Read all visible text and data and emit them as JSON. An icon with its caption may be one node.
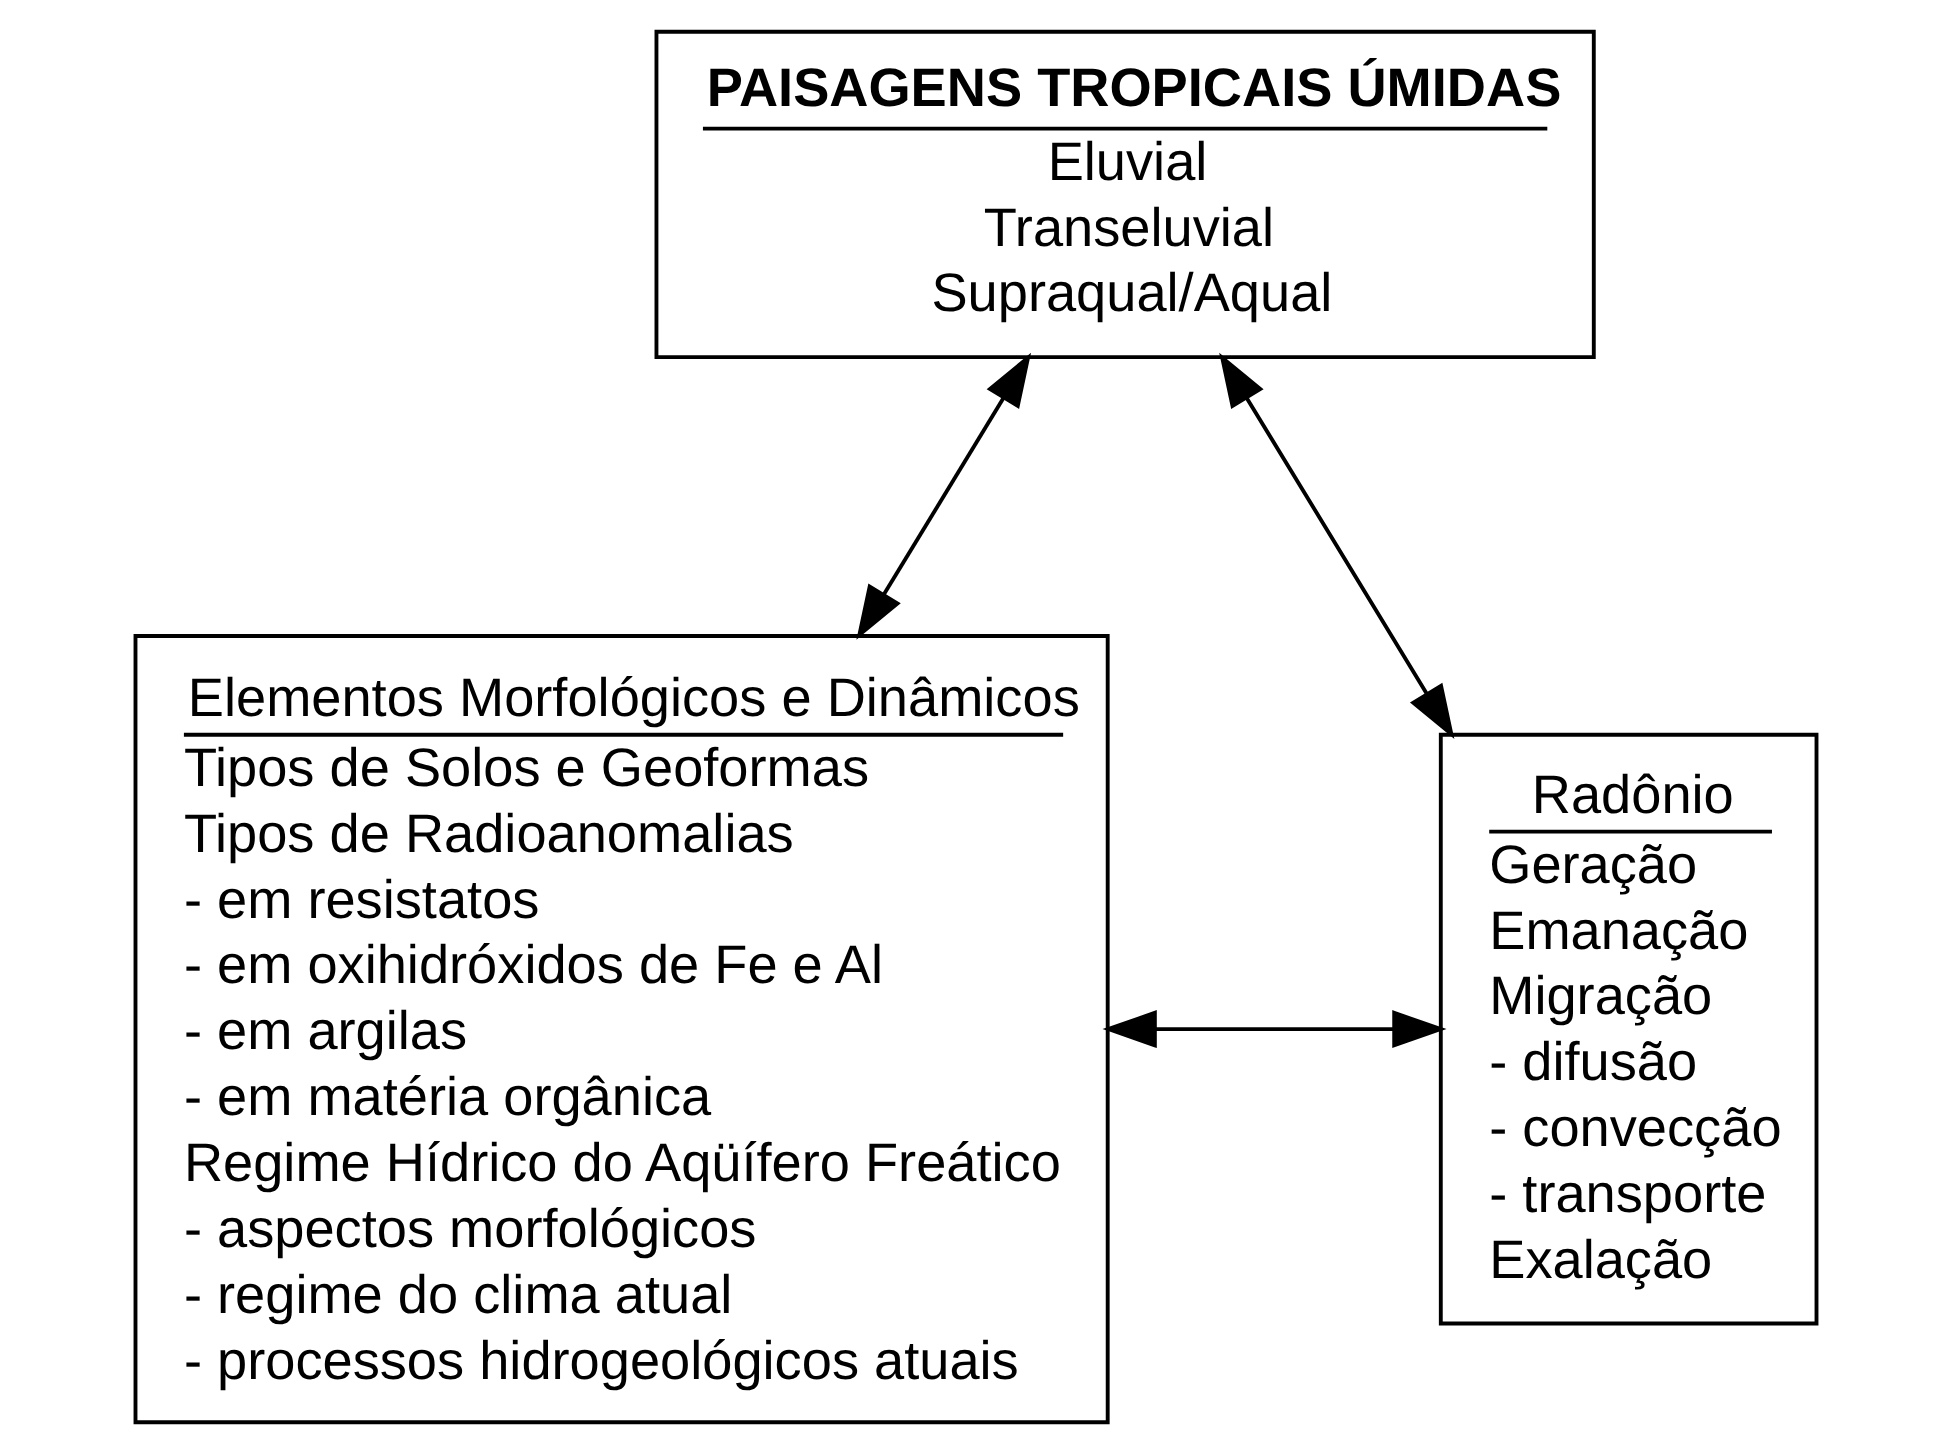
{
  "diagram": {
    "nodes": [
      {
        "text": [
          "PAISAGENS TROPICAIS ÚMIDAS",
          "Eluvial",
          "Transeluvial",
          "Supraqual/Aqual"
        ]
      },
      {
        "text": [
          "Elementos Morfológicos e Dinâmicos",
          "Tipos de Solos e Geoformas",
          "Tipos de Radioanomalias",
          "- em resistatos",
          "- em oxihidróxidos de Fe e Al",
          "- em argilas",
          "- em matéria orgânica",
          "Regime Hídrico do Aqüífero Freático",
          "- aspectos morfológicos",
          "- regime do clima atual",
          "- processos hidrogeológicos atuais"
        ]
      },
      {
        "text": [
          "Radônio",
          "Geração",
          "Emanação",
          "Migração",
          "- difusão",
          "- convecção",
          "- transporte",
          "Exalação"
        ]
      }
    ],
    "edges": [
      {
        "from": 0,
        "to": 1,
        "arrow": "both"
      },
      {
        "from": 0,
        "to": 2,
        "arrow": "both"
      },
      {
        "from": 1,
        "to": 2,
        "arrow": "both"
      }
    ]
  }
}
